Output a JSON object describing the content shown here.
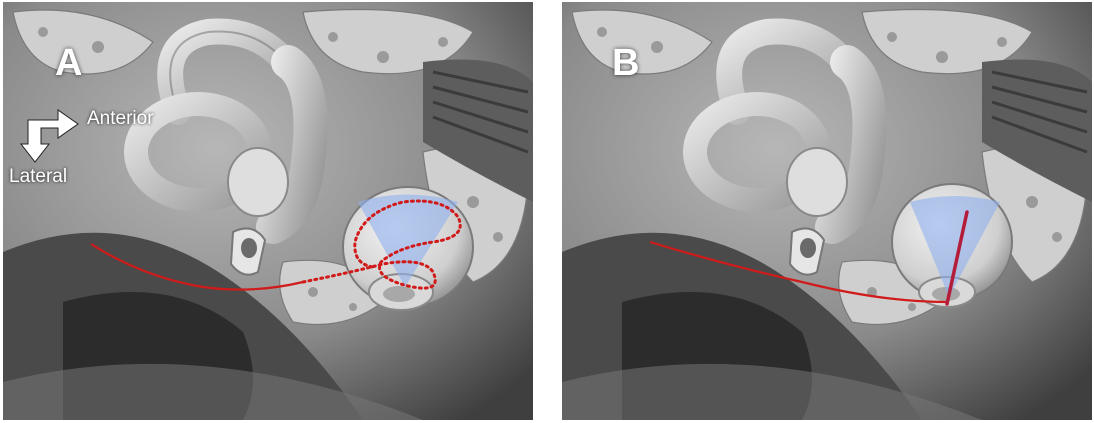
{
  "panels": [
    {
      "letter": "A",
      "shows": "dotted-spiral-path"
    },
    {
      "letter": "B",
      "shows": "straight-path"
    }
  ],
  "orientation": {
    "anterior_label": "Anterior",
    "lateral_label": "Lateral"
  },
  "colors": {
    "path_red": "#d11a1a",
    "cone_blue": "#8fb0ee",
    "background": "#ffffff"
  }
}
